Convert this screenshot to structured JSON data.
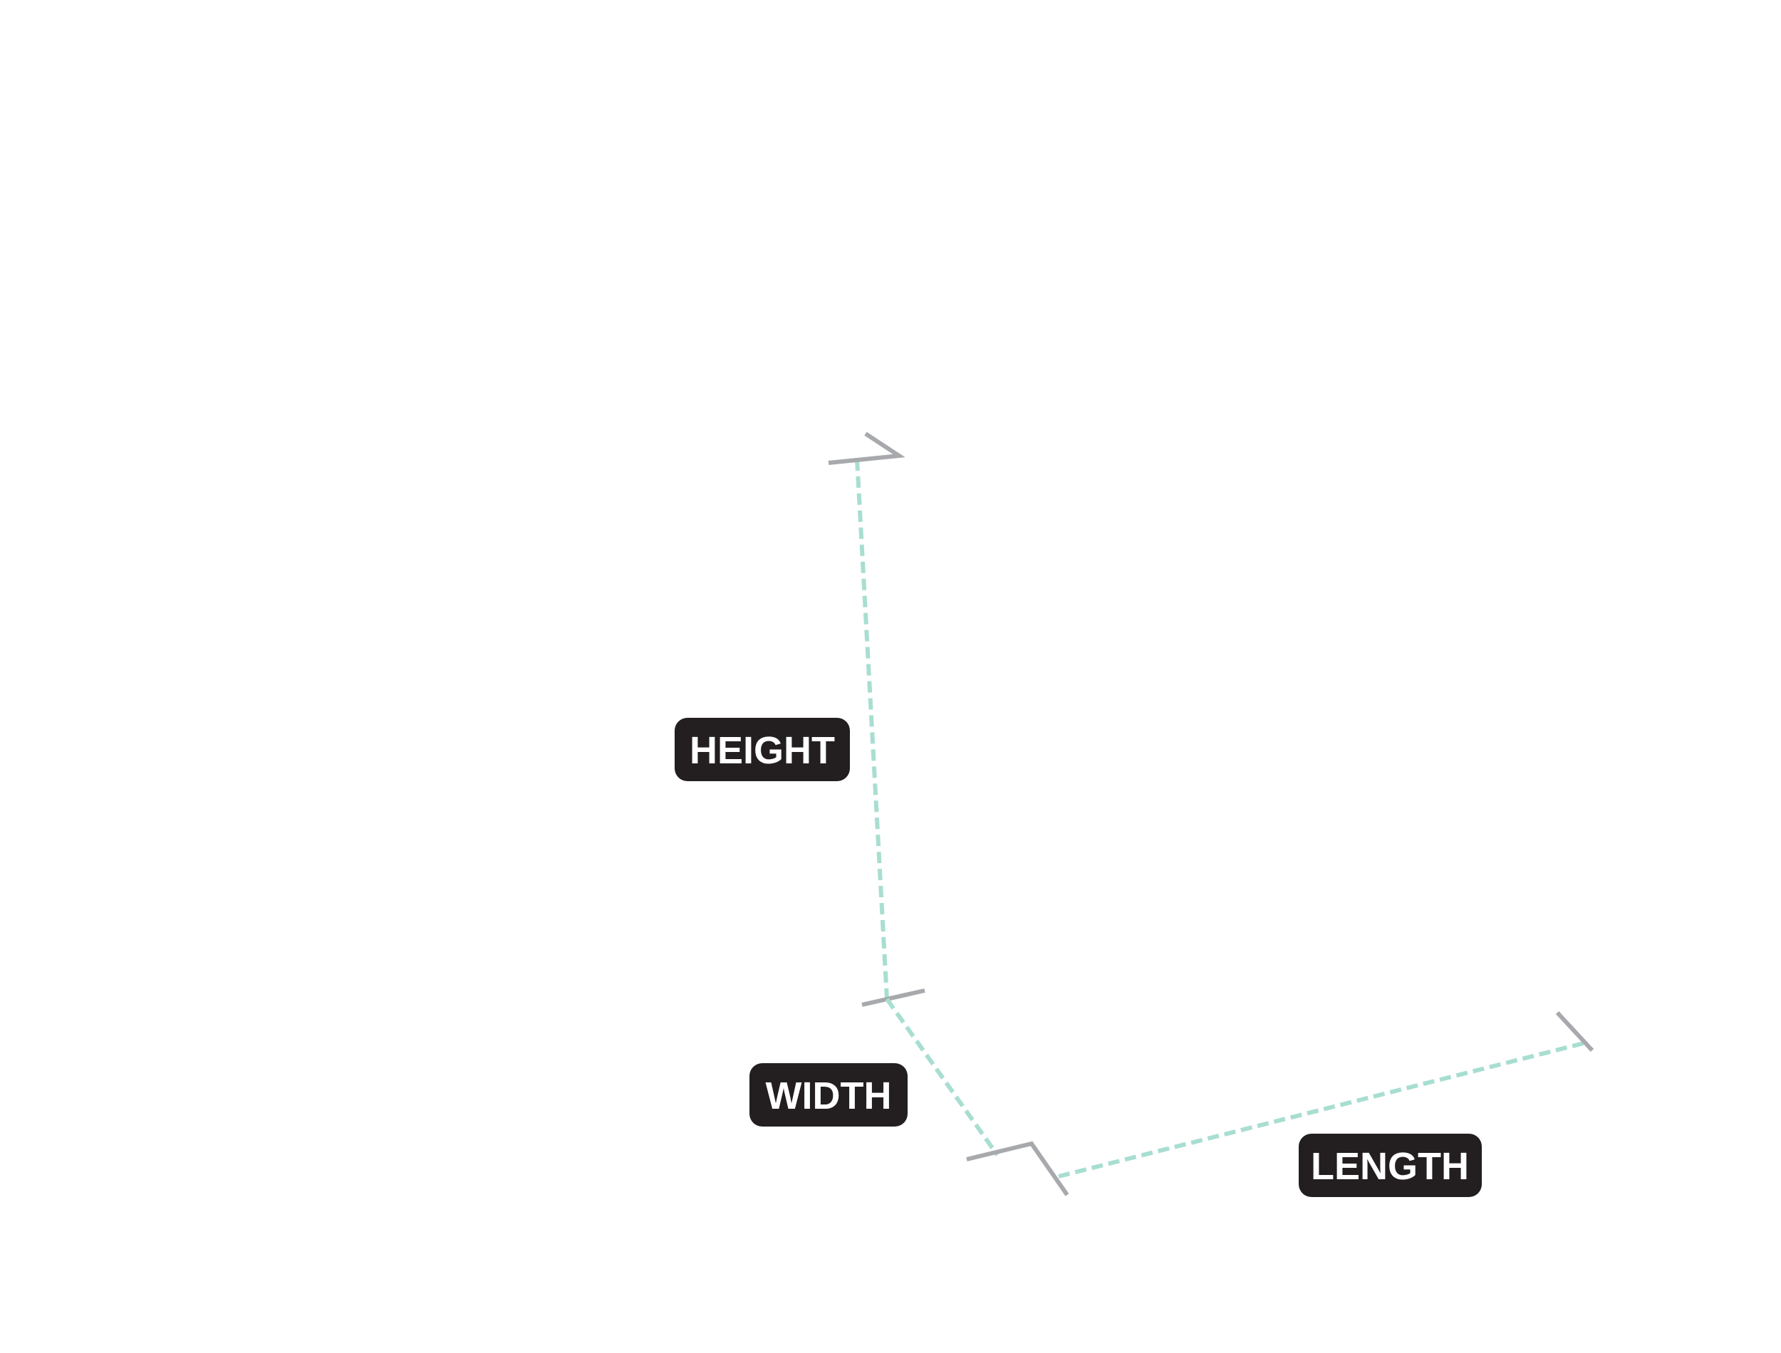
{
  "colors": {
    "background": "#ffffff",
    "dimension_line": "#a8ded1",
    "tick_mark": "#a7a9ac",
    "label_background": "#231f20",
    "label_text": "#ffffff"
  },
  "labels": {
    "height": "HEIGHT",
    "width": "WIDTH",
    "length": "LENGTH"
  }
}
